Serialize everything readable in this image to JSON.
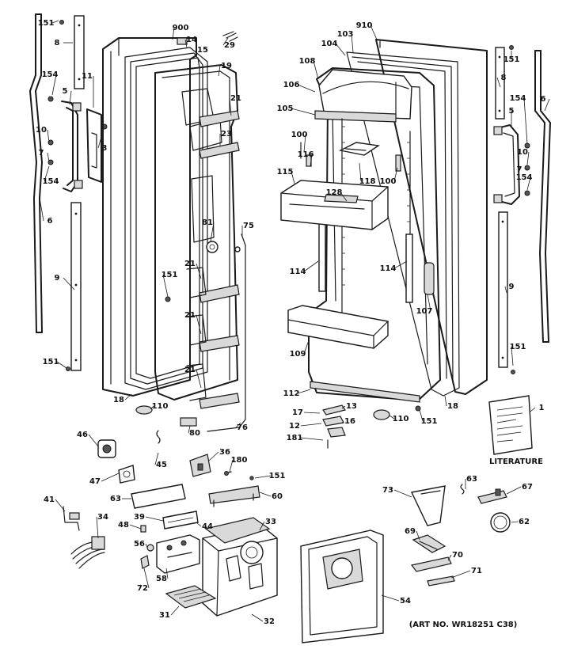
{
  "labels": [
    "151",
    "8",
    "900",
    "14",
    "15",
    "29",
    "19",
    "154",
    "11",
    "5",
    "21",
    "10",
    "3",
    "23",
    "7",
    "154",
    "6",
    "81",
    "75",
    "9",
    "21",
    "151",
    "21",
    "21",
    "151",
    "18",
    "110",
    "80",
    "76",
    "910",
    "103",
    "104",
    "108",
    "106",
    "105",
    "100",
    "116",
    "118",
    "115",
    "128",
    "100",
    "114",
    "114",
    "107",
    "109",
    "112",
    "17",
    "13",
    "12",
    "16",
    "181",
    "110",
    "151",
    "18",
    "151",
    "8",
    "6",
    "5",
    "154",
    "10",
    "7",
    "154",
    "9",
    "151",
    "1",
    "46",
    "45",
    "36",
    "180",
    "47",
    "151",
    "63",
    "60",
    "41",
    "39",
    "34",
    "44",
    "33",
    "48",
    "56",
    "58",
    "72",
    "31",
    "32",
    "73",
    "63",
    "67",
    "62",
    "69",
    "70",
    "71",
    "54"
  ],
  "captions": {
    "literature": "LITERATURE",
    "art_no": "(ART NO. WR18251 C38)"
  }
}
